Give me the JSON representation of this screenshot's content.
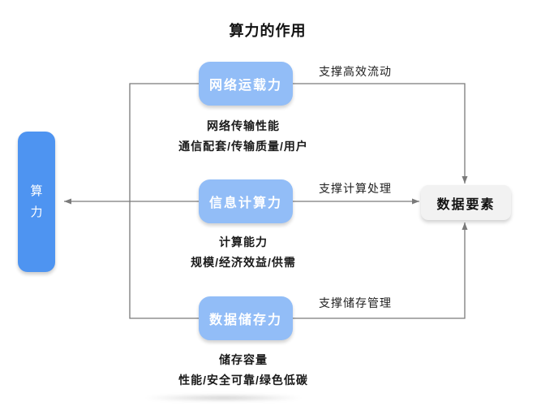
{
  "title": "算力的作用",
  "colors": {
    "source_box": "#4E94F1",
    "capability_box": "#92BDF7",
    "target_box": "#F2F2F2",
    "connector_line": "#7A7A7A"
  },
  "source_node": {
    "label": "算力"
  },
  "target_node": {
    "label": "数据要素"
  },
  "capabilities": [
    {
      "label": "网络运载力",
      "arrow_label": "支撑高效流动",
      "desc_line1": "网络传输性能",
      "desc_line2": "通信配套/传输质量/用户"
    },
    {
      "label": "信息计算力",
      "arrow_label": "支撑计算处理",
      "desc_line1": "计算能力",
      "desc_line2": "规模/经济效益/供需"
    },
    {
      "label": "数据储存力",
      "arrow_label": "支撑储存管理",
      "desc_line1": "储存容量",
      "desc_line2": "性能/安全可靠/绿色低碳"
    }
  ]
}
